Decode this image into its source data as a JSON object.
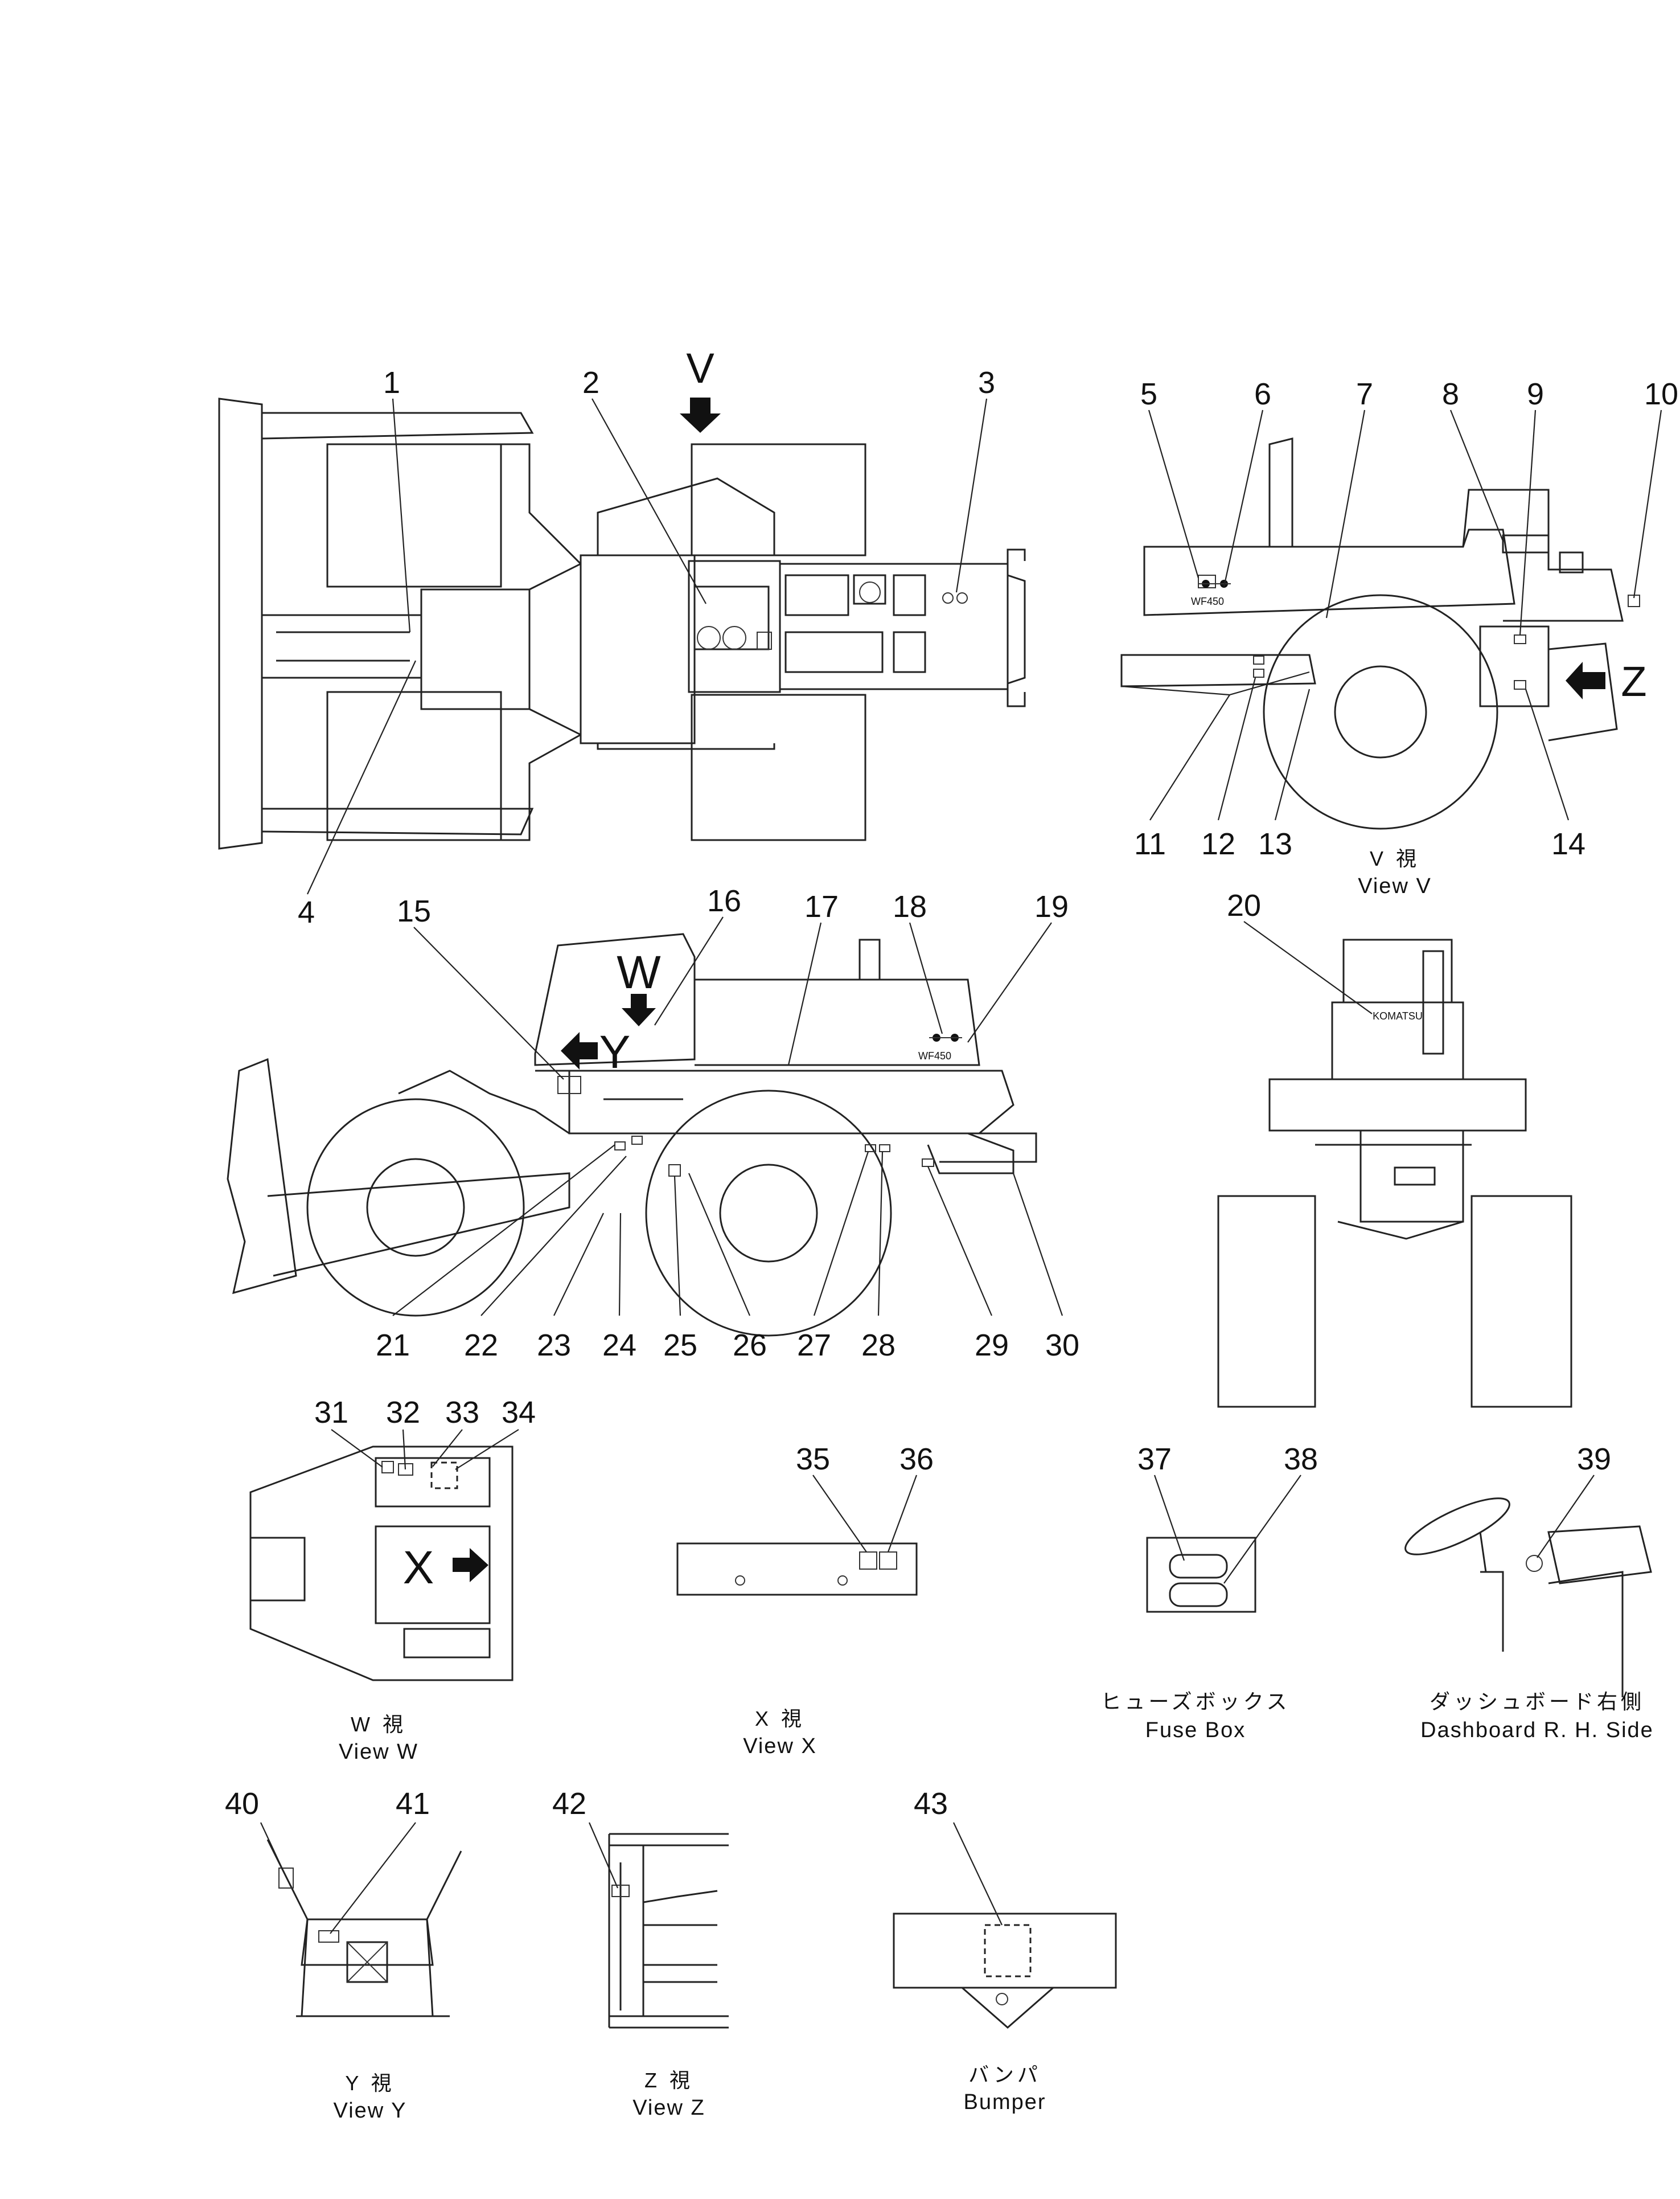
{
  "callouts": [
    "1",
    "2",
    "3",
    "4",
    "5",
    "6",
    "7",
    "8",
    "9",
    "10",
    "11",
    "12",
    "13",
    "14",
    "15",
    "16",
    "17",
    "18",
    "19",
    "20",
    "21",
    "22",
    "23",
    "24",
    "25",
    "26",
    "27",
    "28",
    "29",
    "30",
    "31",
    "32",
    "33",
    "34",
    "35",
    "36",
    "37",
    "38",
    "39",
    "40",
    "41",
    "42",
    "43"
  ],
  "view_arrows": {
    "v": "V",
    "w": "W",
    "x": "X",
    "y": "Y",
    "z": "Z"
  },
  "plate_text": {
    "model_a": "WF450",
    "model_b": "WF450",
    "brand": "KOMATSU"
  },
  "captions": {
    "view_v": {
      "jp": "V 視",
      "en": "View V"
    },
    "view_w": {
      "jp": "W 視",
      "en": "View W"
    },
    "view_x": {
      "jp": "X 視",
      "en": "View X"
    },
    "fuse_box": {
      "jp": "ヒューズボックス",
      "en": "Fuse Box"
    },
    "dashboard": {
      "jp": "ダッシュボード右側",
      "en": "Dashboard R. H. Side"
    },
    "view_y": {
      "jp": "Y 視",
      "en": "View Y"
    },
    "view_z": {
      "jp": "Z 視",
      "en": "View Z"
    },
    "bumper": {
      "jp": "バンパ",
      "en": "Bumper"
    }
  }
}
